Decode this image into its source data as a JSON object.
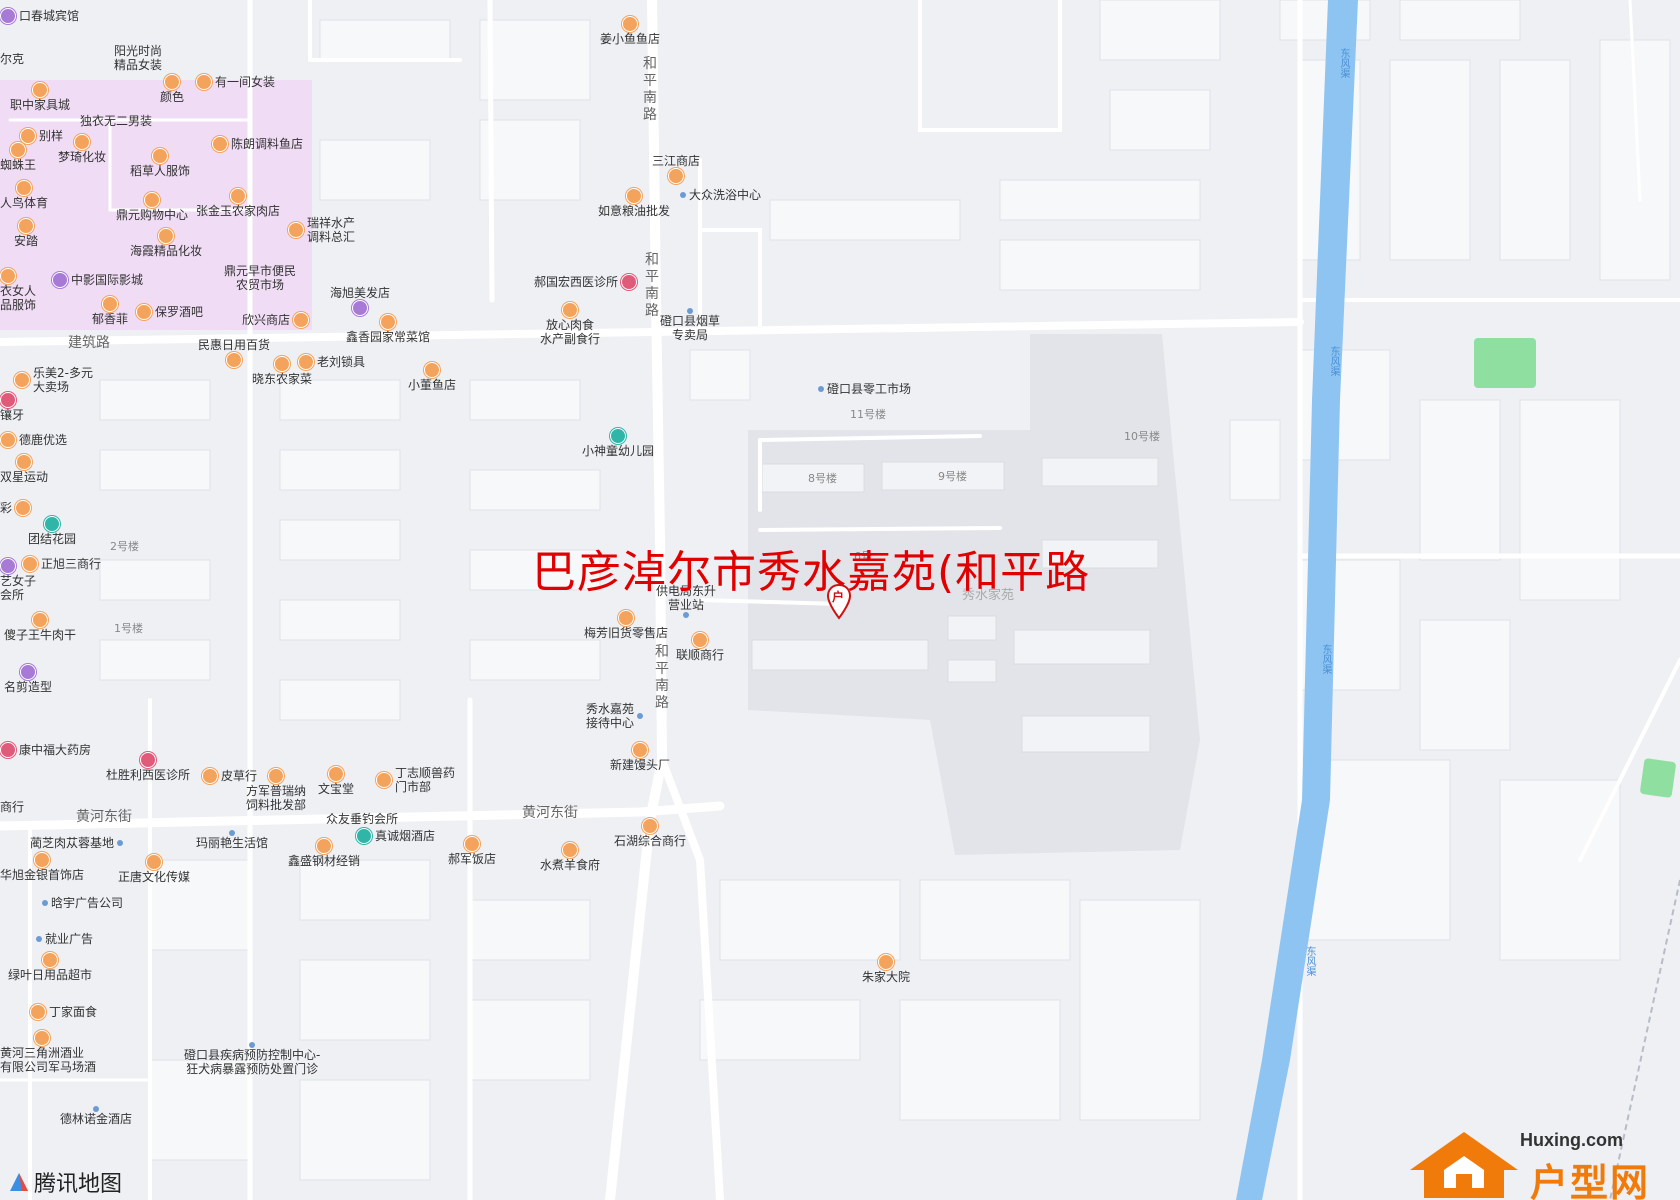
{
  "title": "巴彦淖尔市秀水嘉苑(和平路",
  "marker_icon": "户",
  "map_logo": "腾讯地图",
  "watermark": {
    "domain": "Huxing.com",
    "name": "户型网"
  },
  "colors": {
    "title": "#e00000",
    "river": "#8ec4f2",
    "poi": "#f3a35c",
    "park": "#8fe0a0",
    "commercial": "#f0dcf5"
  },
  "roads": {
    "jianzhu": "建筑路",
    "huanghe": "黄河东街",
    "heping1": "和平南路",
    "heping2": "和平南路",
    "heping3": "和平南路",
    "dongfeng1": "东风渠",
    "dongfeng2": "东风渠",
    "dongfeng3": "东风渠",
    "dongfeng4": "东风渠"
  },
  "buildings": {
    "b11": "11号楼",
    "b10": "10号楼",
    "b8": "8号楼",
    "b9": "9号楼",
    "b6": "6号",
    "b2": "2号楼",
    "b1": "1号楼",
    "xiushui": "秀水家苑"
  },
  "pois": [
    "口春城宾馆",
    "尔克",
    "阳光时尚",
    "精品女装",
    "颜色",
    "有一间女装",
    "职中家具城",
    "独衣无二男装",
    "别样",
    "梦琦化妆",
    "陈朗调料鱼店",
    "蜘蛛王",
    "稻草人服饰",
    "人鸟体育",
    "鼎元购物中心",
    "张金玉农家肉店",
    "瑞祥水产",
    "调料总汇",
    "安踏",
    "海霞精品化妆",
    "中影国际影城",
    "鼎元早市便民",
    "农贸市场",
    "衣女人",
    "品服饰",
    "郁香菲",
    "保罗酒吧",
    "欣兴商店",
    "海旭美发店",
    "鑫香园家常菜馆",
    "民惠日用百货",
    "老刘锁具",
    "晓东农家菜",
    "小董鱼店",
    "乐美2-多元",
    "大卖场",
    "镶牙",
    "德鹿优选",
    "双星运动",
    "彩",
    "团结花园",
    "正旭三商行",
    "艺女子",
    "会所",
    "傻子王牛肉干",
    "名剪造型",
    "康中福大药房",
    "杜胜利西医诊所",
    "皮草行",
    "方军普瑞纳",
    "饲料批发部",
    "文宝堂",
    "丁志顺兽药",
    "门市部",
    "商行",
    "众友垂钓会所",
    "真诚烟酒店",
    "蔺芝肉苁蓉基地",
    "玛丽艳生活馆",
    "鑫盛钢材经销",
    "郝军饭店",
    "水煮羊食府",
    "石湖综合商行",
    "华旭金银首饰店",
    "正唐文化传媒",
    "晗宇广告公司",
    "就业广告",
    "绿叶日用品超市",
    "丁家面食",
    "黄河三角洲酒业",
    "有限公司军马场酒",
    "磴口县疾病预防控制中心-",
    "狂犬病暴露预防处置门诊",
    "德林诺金酒店",
    "姜小鱼鱼店",
    "三江商店",
    "大众洗浴中心",
    "如意粮油批发",
    "郝国宏西医诊所",
    "放心肉食",
    "水产副食行",
    "磴口县烟草",
    "专卖局",
    "磴口县零工市场",
    "小神童幼儿园",
    "供电局东升",
    "营业站",
    "梅芳旧货零售店",
    "联顺商行",
    "秀水嘉苑",
    "接待中心",
    "新建馒头厂",
    "朱家大院"
  ]
}
